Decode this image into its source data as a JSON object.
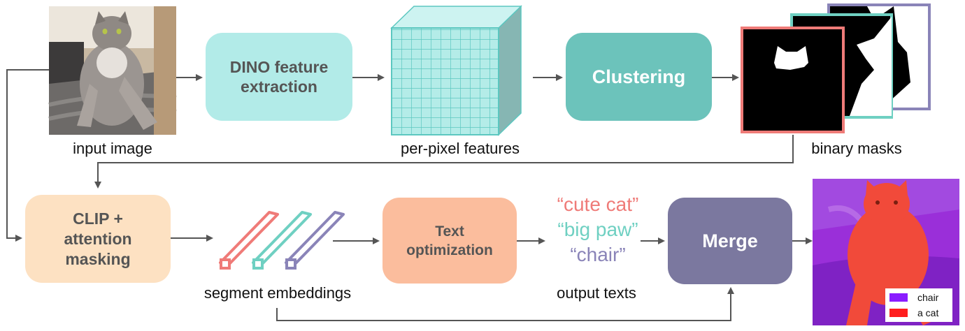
{
  "stage1": {
    "input_caption": "input image",
    "dino_label": "DINO feature\nextraction",
    "features_caption": "per-pixel features",
    "clustering_label": "Clustering",
    "masks_caption": "binary masks"
  },
  "stage2": {
    "clip_label": "CLIP +\nattention\nmasking",
    "embeddings_caption": "segment embeddings",
    "textopt_label": "Text\noptimization",
    "output_words": [
      "“cute cat”",
      "“big paw”",
      "“chair”"
    ],
    "output_caption": "output texts",
    "merge_label": "Merge"
  },
  "result_legend": [
    {
      "label": "chair",
      "color": "#8a1cff"
    },
    {
      "label": "a cat",
      "color": "#ff1e1e"
    }
  ],
  "colors": {
    "dino": "#b2ebe8",
    "clustering": "#6cc3bb",
    "clip": "#fde1c2",
    "textopt": "#fbbd9d",
    "merge": "#7b789f",
    "red": "#ef7b78",
    "teal": "#6fd0c2",
    "purple": "#8a84b8",
    "arrow": "#555555"
  }
}
